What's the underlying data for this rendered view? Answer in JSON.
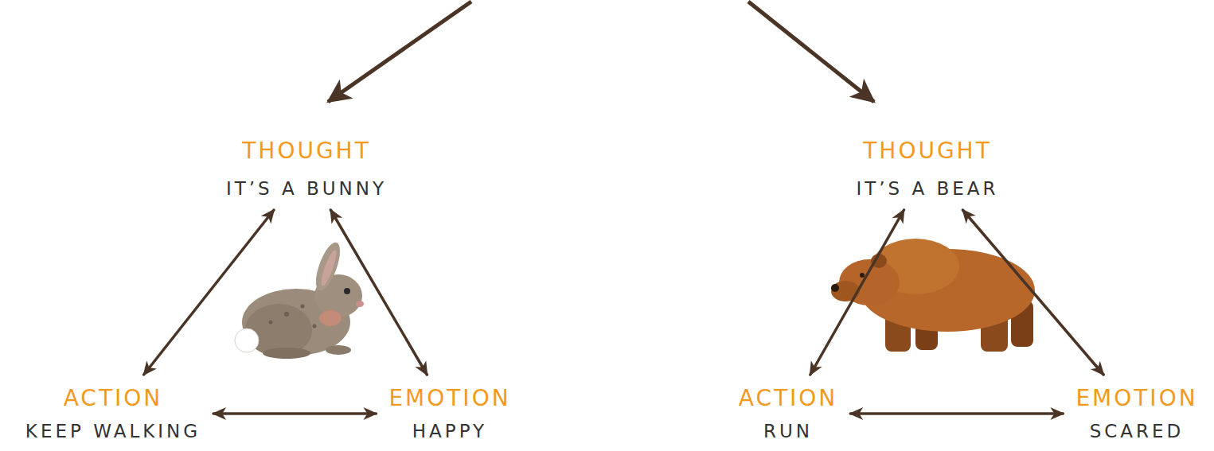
{
  "diagram": {
    "nodes": [
      {
        "text": [
          "THOUGHT",
          "IT’S A BUNNY"
        ]
      },
      {
        "text": [
          "THOUGHT",
          "IT’S A BEAR"
        ]
      },
      {
        "text": [
          "ACTION",
          "KEEP WALKING"
        ]
      },
      {
        "text": [
          "EMOTION",
          "HAPPY"
        ]
      },
      {
        "text": [
          "ACTION",
          "RUN"
        ]
      },
      {
        "text": [
          "EMOTION",
          "SCARED"
        ]
      }
    ],
    "edges": [
      {
        "from": 0,
        "to": 2,
        "arrow": "both"
      },
      {
        "from": 0,
        "to": 3,
        "arrow": "both"
      },
      {
        "from": 2,
        "to": 3,
        "arrow": "both"
      },
      {
        "from": 1,
        "to": 4,
        "arrow": "both"
      },
      {
        "from": 1,
        "to": 5,
        "arrow": "both"
      },
      {
        "from": 4,
        "to": 5,
        "arrow": "both"
      }
    ]
  }
}
